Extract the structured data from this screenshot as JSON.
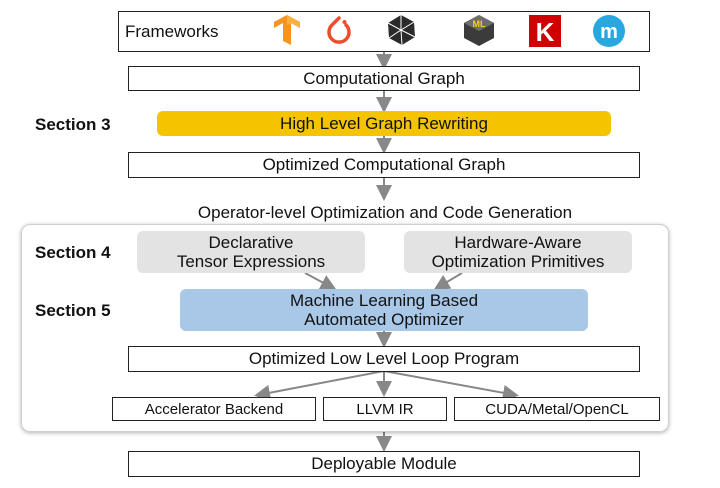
{
  "frameworks": {
    "label": "Frameworks",
    "logos": [
      {
        "name": "tensorflow-logo",
        "color": "#f7931e"
      },
      {
        "name": "pytorch-logo",
        "color": "#ee4c2c"
      },
      {
        "name": "mxnet-logo",
        "color": "#333333"
      },
      {
        "name": "coreml-logo",
        "color": "#3a3a3a",
        "text": "ML"
      },
      {
        "name": "keras-logo",
        "color": "#d00000",
        "text": "K"
      },
      {
        "name": "mobile-logo",
        "color": "#29a8e0",
        "text": "m"
      }
    ]
  },
  "sections": {
    "s3": "Section 3",
    "s4": "Section 4",
    "s5": "Section 5"
  },
  "nodes": {
    "computational_graph": "Computational Graph",
    "graph_rewriting": "High Level Graph Rewriting",
    "optimized_graph": "Optimized Computational Graph",
    "operator_level": "Operator-level Optimization and Code Generation",
    "declarative_1": "Declarative",
    "declarative_2": "Tensor Expressions",
    "hardware_1": "Hardware-Aware",
    "hardware_2": "Optimization Primitives",
    "ml_1": "Machine Learning Based",
    "ml_2": "Automated Optimizer",
    "loop_program": "Optimized Low Level Loop Program",
    "accelerator": "Accelerator Backend",
    "llvm": "LLVM IR",
    "cuda": "CUDA/Metal/OpenCL",
    "deployable": "Deployable Module"
  },
  "colors": {
    "rewriting_fill": "#f5c400",
    "gray_fill": "#e3e3e3",
    "blue_fill": "#a9c8e8",
    "arrow": "#888888"
  }
}
